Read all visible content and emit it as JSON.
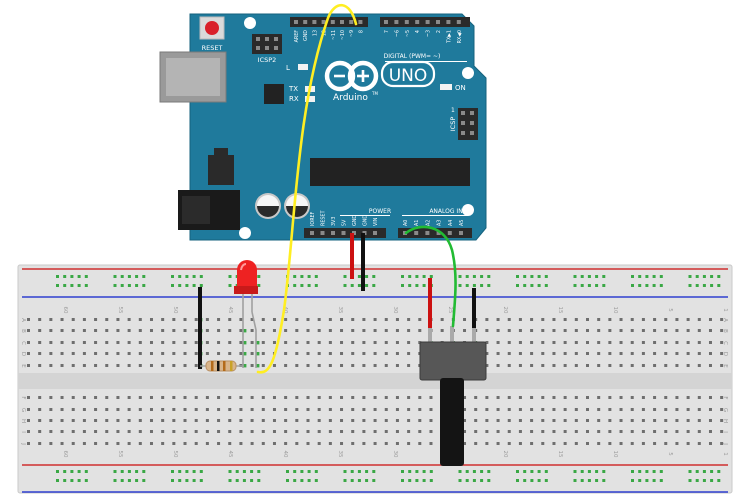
{
  "arduino": {
    "reset_label": "RESET",
    "icsp2_label": "ICSP2",
    "icsp_label": "ICSP",
    "icsp_pin1": "1",
    "model_label": "UNO",
    "brand_label": "Arduino",
    "trademark": "TM",
    "l_led_label": "L",
    "tx_label": "TX",
    "rx_label": "RX",
    "on_label": "ON",
    "digital_header_label": "DIGITAL (PWM= ~)",
    "power_header_label": "POWER",
    "analog_header_label": "ANALOG IN",
    "top_pin_labels": [
      "AREF",
      "GND",
      "13",
      "12",
      "~11",
      "~10",
      "~9",
      "8",
      "7",
      "~6",
      "~5",
      "4",
      "~3",
      "2",
      "TX▶1",
      "RX◀0"
    ],
    "power_pin_labels": [
      "IOREF",
      "RESET",
      "3V3",
      "5V",
      "GND",
      "GND",
      "VIN"
    ],
    "analog_pin_labels": [
      "A0",
      "A1",
      "A2",
      "A3",
      "A4",
      "A5"
    ]
  },
  "breadboard": {
    "column_numbers_top": [
      "60",
      "55",
      "50",
      "45",
      "40",
      "35",
      "30",
      "25",
      "20",
      "15",
      "10",
      "5",
      "1"
    ],
    "row_letters_top": [
      "A",
      "B",
      "C",
      "D",
      "E"
    ],
    "row_letters_bottom": [
      "F",
      "G",
      "H",
      "I",
      "J"
    ]
  },
  "colors": {
    "board": "#1f7a9c",
    "board_dark": "#165f7a",
    "header_black": "#2a2a2a",
    "wire_yellow": "#ffee22",
    "wire_green": "#22bb33",
    "wire_red": "#cc1111",
    "wire_black": "#111111",
    "led_red": "#ee2222",
    "rail_red": "#d03030",
    "rail_blue": "#3040d0",
    "breadboard": "#e3e3e3",
    "hole_green": "#3aa845"
  }
}
